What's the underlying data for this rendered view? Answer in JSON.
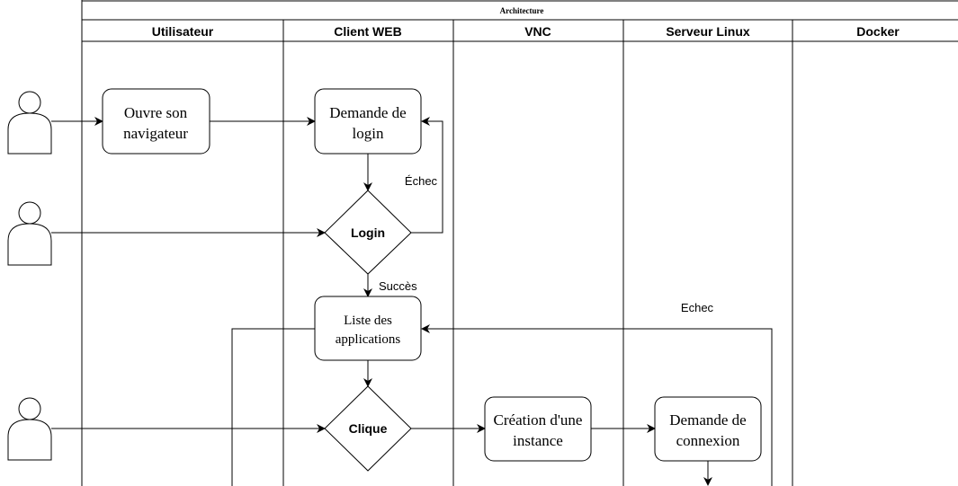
{
  "diagram": {
    "title": "Architecture",
    "lanes": [
      "Utilisateur",
      "Client WEB",
      "VNC",
      "Serveur Linux",
      "Docker"
    ],
    "nodes": {
      "ouvre_line1": "Ouvre son",
      "ouvre_line2": "navigateur",
      "demande_login_line1": "Demande de",
      "demande_login_line2": "login",
      "login": "Login",
      "liste_line1": "Liste des",
      "liste_line2": "applications",
      "clique": "Clique",
      "creation_line1": "Création d'une",
      "creation_line2": "instance",
      "demande_connexion_line1": "Demande de",
      "demande_connexion_line2": "connexion"
    },
    "edge_labels": {
      "echec_login": "Échec",
      "succes": "Succès",
      "echec_connexion": "Echec"
    },
    "actors": [
      "user",
      "user",
      "user"
    ]
  }
}
